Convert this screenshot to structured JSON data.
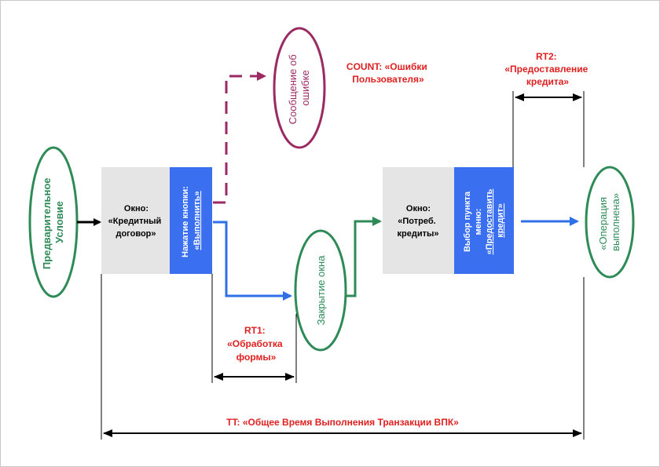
{
  "ovals": {
    "precondition": [
      "Предварительное",
      "Условие"
    ],
    "error_message": [
      "Сообщение об",
      "ошибке"
    ],
    "window_close": "Закрытие окна",
    "operation_done": [
      "«Операция",
      "выполнена»"
    ]
  },
  "window1": {
    "title_lines": [
      "Окно:",
      "«Кредитный",
      "договор»"
    ],
    "button_lines": [
      "Нажатие кнопки:",
      "«Выполнить»"
    ]
  },
  "window2": {
    "title_lines": [
      "Окно:",
      "«Потреб.",
      "кредиты»"
    ],
    "button_lines": [
      "Выбор пункта",
      "меню:",
      "«Предоставить",
      "кредит»"
    ]
  },
  "labels": {
    "count": [
      "COUNT: «Ошибки",
      "Пользователя»"
    ],
    "rt2": [
      "RT2:",
      "«Предоставление",
      "кредита»"
    ],
    "rt1": [
      "RT1:",
      "«Обработка",
      "формы»"
    ],
    "tt": "TT: «Общее Время Выполнения Транзакции ВПК»"
  },
  "colors": {
    "green": "#2e8b57",
    "purple": "#9b2a63",
    "blue": "#2f6fe8",
    "button_blue": "#3a6ff0",
    "window_gray": "#e5e5e5",
    "red": "#e02020"
  }
}
